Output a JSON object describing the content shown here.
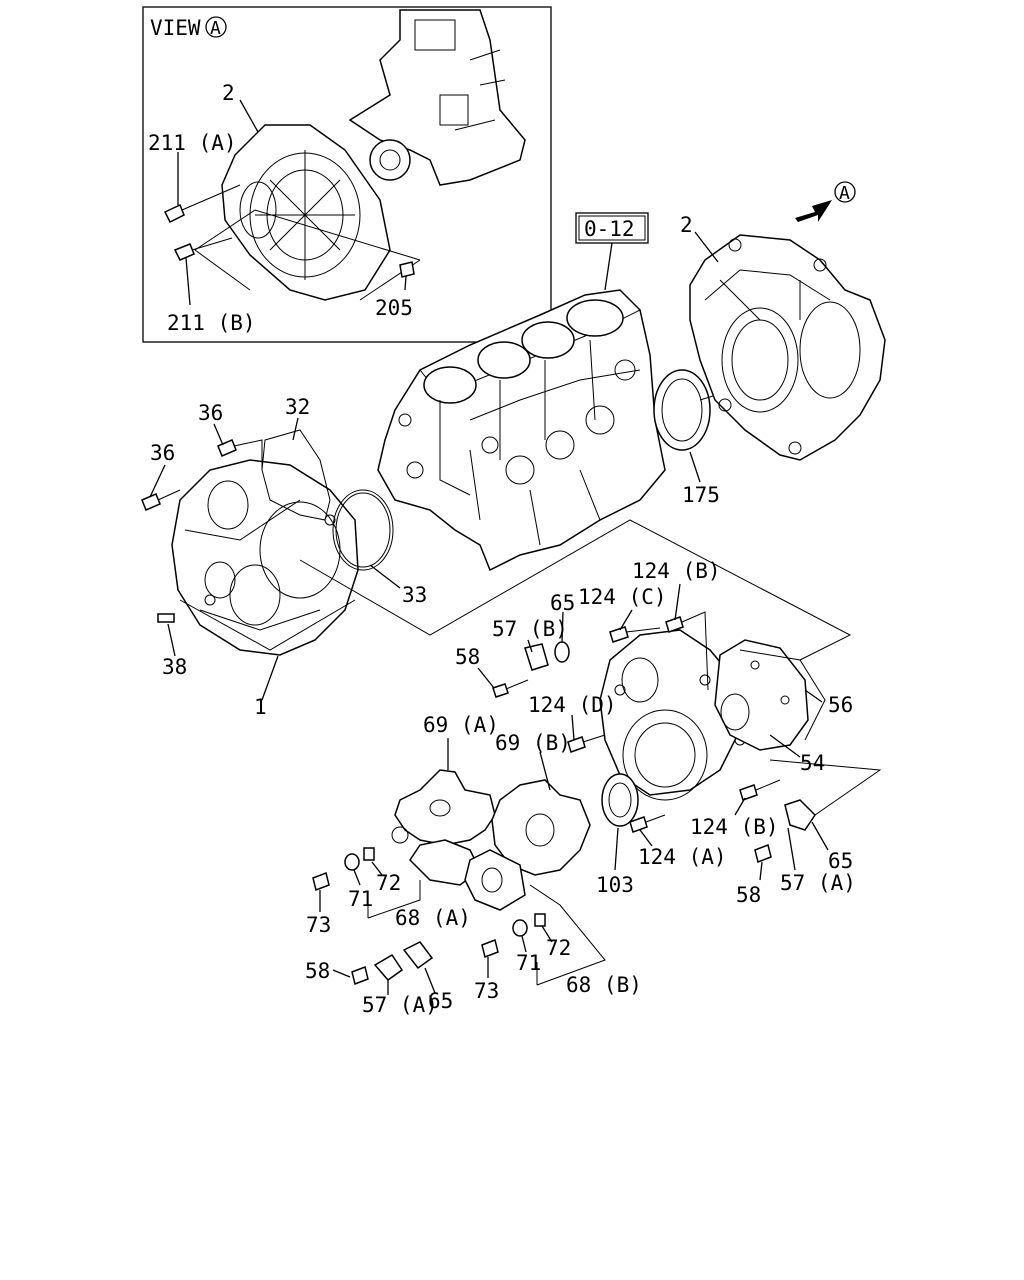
{
  "inset": {
    "title": "VIEW",
    "marker": "A"
  },
  "arrow_marker": "A",
  "ref_box": "0-12",
  "labels": {
    "l2_inset": "2",
    "l211a": "211 (A)",
    "l211b": "211 (B)",
    "l205": "205",
    "l2": "2",
    "l175": "175",
    "l36a": "36",
    "l36b": "36",
    "l32": "32",
    "l33": "33",
    "l38": "38",
    "l1": "1",
    "l65a": "65",
    "l124c": "124 (C)",
    "l124b_top": "124 (B)",
    "l57b": "57 (B)",
    "l58a": "58",
    "l56": "56",
    "l124d": "124 (D)",
    "l54": "54",
    "l69a": "69 (A)",
    "l69b": "69 (B)",
    "l124b_bot": "124 (B)",
    "l124a": "124 (A)",
    "l65b": "65",
    "l58b": "58",
    "l57a_right": "57 (A)",
    "l103": "103",
    "l73a": "73",
    "l71a": "71",
    "l72a": "72",
    "l68a": "68 (A)",
    "l58c": "58",
    "l57a_left": "57 (A)",
    "l65c": "65",
    "l73b": "73",
    "l71b": "71",
    "l72b": "72",
    "l68b": "68 (B)"
  }
}
